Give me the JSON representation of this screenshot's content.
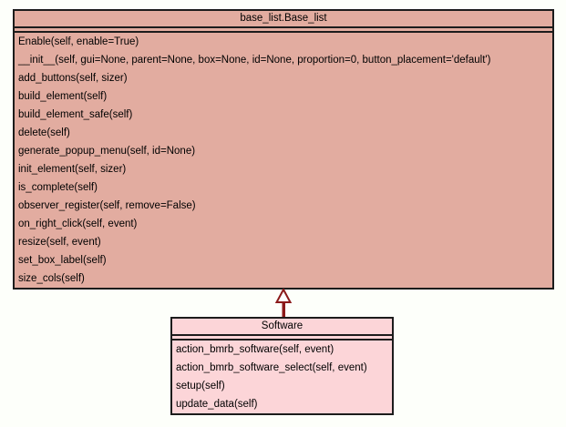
{
  "diagram": {
    "type": "uml-class-diagram",
    "colors": {
      "background": "#fdfffa",
      "border": "#1c1c1c",
      "text": "#000000",
      "base_class_fill": "#e2aca0",
      "software_class_fill": "#fcd5d8",
      "arrow": "#8b1a1a"
    },
    "classes": [
      {
        "name": "base_list.Base_list",
        "attributes": [],
        "methods": [
          "Enable(self, enable=True)",
          "__init__(self, gui=None, parent=None, box=None, id=None, proportion=0, button_placement='default')",
          "add_buttons(self, sizer)",
          "build_element(self)",
          "build_element_safe(self)",
          "delete(self)",
          "generate_popup_menu(self, id=None)",
          "init_element(self, sizer)",
          "is_complete(self)",
          "observer_register(self, remove=False)",
          "on_right_click(self, event)",
          "resize(self, event)",
          "set_box_label(self)",
          "size_cols(self)"
        ]
      },
      {
        "name": "Software",
        "attributes": [],
        "methods": [
          "action_bmrb_software(self, event)",
          "action_bmrb_software_select(self, event)",
          "setup(self)",
          "update_data(self)"
        ]
      }
    ],
    "relationships": [
      {
        "type": "inheritance",
        "from": "Software",
        "to": "base_list.Base_list"
      }
    ]
  }
}
